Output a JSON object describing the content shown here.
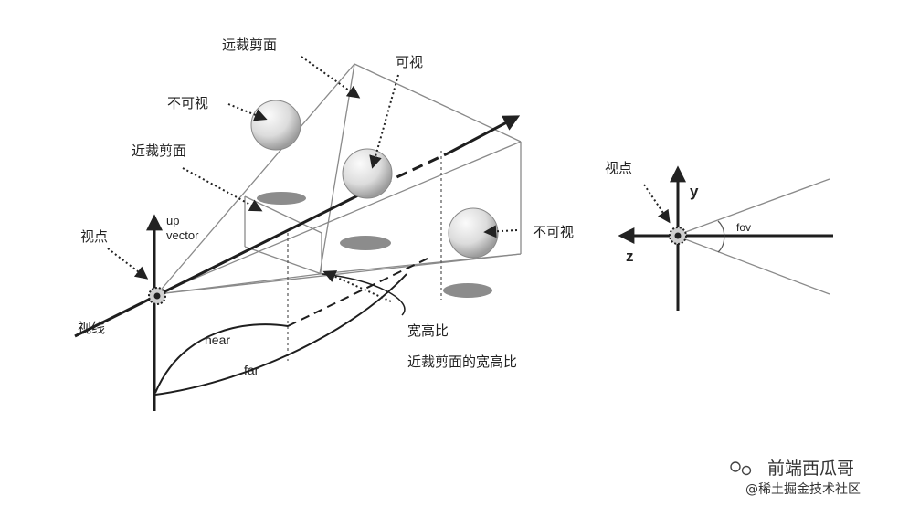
{
  "labels": {
    "far_clip_plane": "远裁剪面",
    "visible": "可视",
    "invisible_top": "不可视",
    "near_clip_plane": "近裁剪面",
    "viewpoint": "视点",
    "up_vector_line1": "up",
    "up_vector_line2": "vector",
    "line_of_sight": "视线",
    "near": "near",
    "far": "far",
    "aspect_ratio": "宽高比",
    "near_plane_aspect_ratio": "近裁剪面的宽高比",
    "invisible_right": "不可视"
  },
  "side_view": {
    "viewpoint": "视点",
    "y_axis": "y",
    "z_axis": "z",
    "fov": "fov"
  },
  "watermark": {
    "account": "前端西瓜哥",
    "credit": "@稀土掘金技术社区"
  },
  "colors": {
    "line": "#2a2a2a",
    "frustum_edge": "#8a8a8a",
    "shadow": "#8c8c8c",
    "sphere_light": "#f4f4f4",
    "sphere_dark": "#a9a9a9"
  }
}
